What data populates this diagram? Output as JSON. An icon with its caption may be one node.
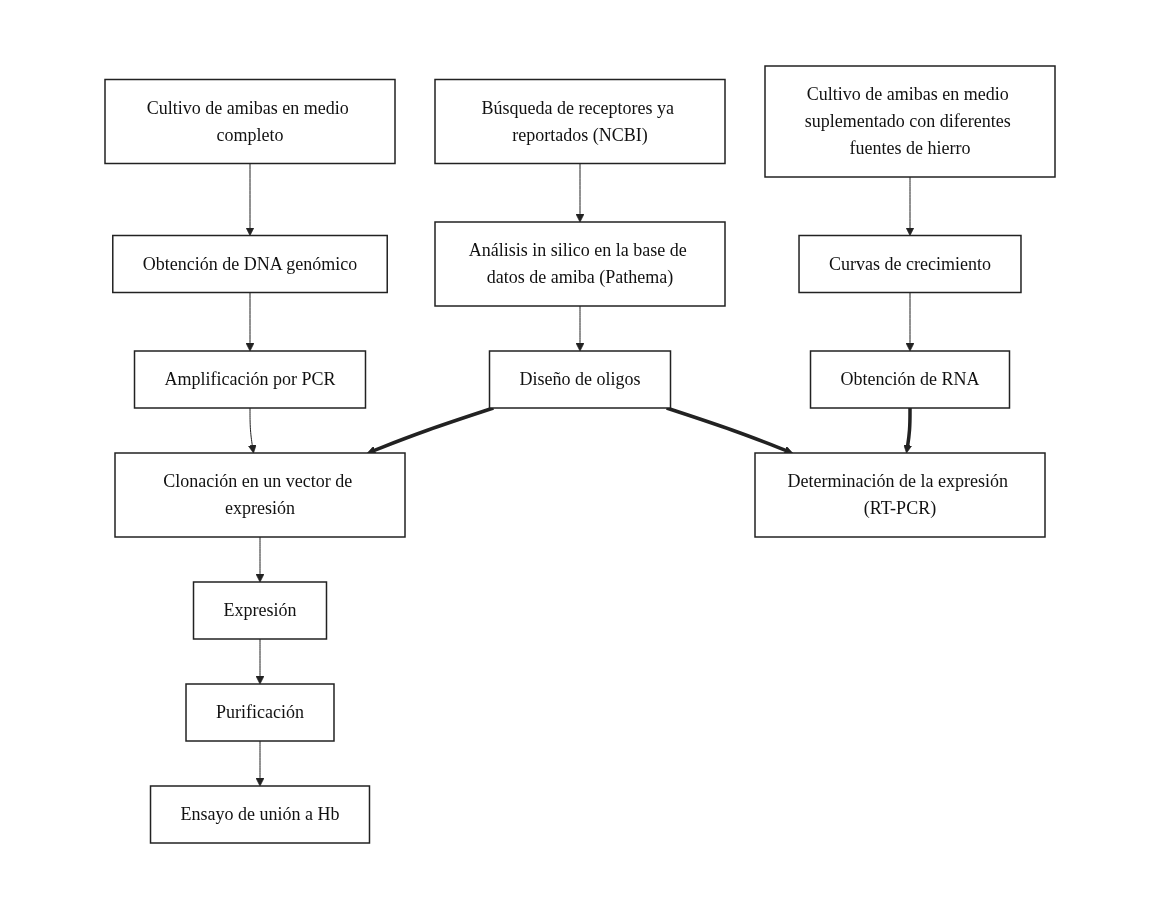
{
  "diagram": {
    "nodes": [
      {
        "text": [
          "Cultivo de amibas en medio suplementado con diferentes fuentes de hierro"
        ]
      },
      {
        "text": [
          "Búsqueda de receptores ya reportados (NCBI)"
        ]
      },
      {
        "text": [
          "Cultivo de amibas en medio completo"
        ]
      },
      {
        "text": [
          "Curvas de crecimiento"
        ]
      },
      {
        "text": [
          "Análisis in silico en la base de datos de amiba (Pathema)"
        ]
      },
      {
        "text": [
          "Obtención de DNA genómico"
        ]
      },
      {
        "text": [
          "Obtención de RNA"
        ]
      },
      {
        "text": [
          "Diseño de oligos"
        ]
      },
      {
        "text": [
          "Amplificación por PCR"
        ]
      },
      {
        "text": [
          "Clonación en un vector de expresión"
        ]
      },
      {
        "text": [
          "Expresión"
        ]
      },
      {
        "text": [
          "Purificación"
        ]
      },
      {
        "text": [
          "Determinación de la expresión (RT-PCR)"
        ]
      },
      {
        "text": [
          "Ensayo de unión a Hb"
        ]
      }
    ],
    "edges": [
      {
        "from": 0,
        "to": 3,
        "arrow": "to"
      },
      {
        "from": 3,
        "to": 6,
        "arrow": "to"
      },
      {
        "from": 6,
        "to": 12,
        "arrow": "to",
        "style": "thick"
      },
      {
        "from": 1,
        "to": 4,
        "arrow": "to"
      },
      {
        "from": 4,
        "to": 7,
        "arrow": "to"
      },
      {
        "from": 7,
        "to": 12,
        "arrow": "to",
        "style": "thick"
      },
      {
        "from": 2,
        "to": 5,
        "arrow": "to"
      },
      {
        "from": 5,
        "to": 8,
        "arrow": "to"
      },
      {
        "from": 8,
        "to": 9,
        "arrow": "to"
      },
      {
        "from": 7,
        "to": 9,
        "arrow": "to",
        "style": "thick"
      },
      {
        "from": 9,
        "to": 10,
        "arrow": "to"
      },
      {
        "from": 10,
        "to": 11,
        "arrow": "to"
      },
      {
        "from": 11,
        "to": 13,
        "arrow": "to"
      }
    ]
  }
}
